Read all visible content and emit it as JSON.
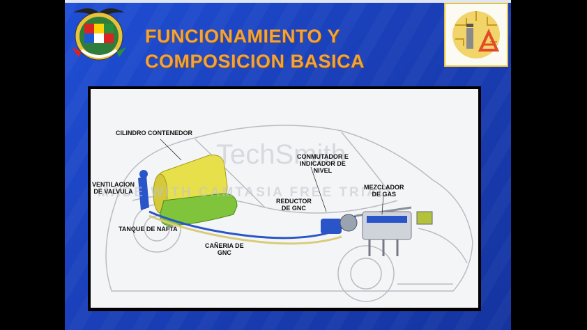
{
  "slide": {
    "title_line1": "FUNCIONAMIENTO Y",
    "title_line2": "COMPOSICION BASICA"
  },
  "colors": {
    "slide_background": "#1a3fb8",
    "title": "#f3a33a",
    "diagram_background": "#f4f5f6",
    "tank_yellow": "#e8e04a",
    "nafta_tank_green": "#7fc43a",
    "pipe_blue": "#2a55c8"
  },
  "logos": {
    "left_icon": "university-seal-icon",
    "right_icon": "circuit-board-logo-icon"
  },
  "diagram": {
    "labels": {
      "cilindro": "CILINDRO CONTENEDOR",
      "ventilacion_1": "VENTILACION",
      "ventilacion_2": "DE VALVULA",
      "tanque": "TANQUE DE NAFTA",
      "canieria_1": "CAÑERIA DE",
      "canieria_2": "GNC",
      "reductor_1": "REDUCTOR",
      "reductor_2": "DE GNC",
      "conmutador_1": "CONMUTADOR E",
      "conmutador_2": "INDICADOR DE",
      "conmutador_3": "NIVEL",
      "mezclador_1": "MEZCLADOR",
      "mezclador_2": "DE GAS"
    },
    "watermark_1": "TechSmith",
    "watermark_2": "MADE WITH CAMTASIA FREE TRIAL"
  }
}
